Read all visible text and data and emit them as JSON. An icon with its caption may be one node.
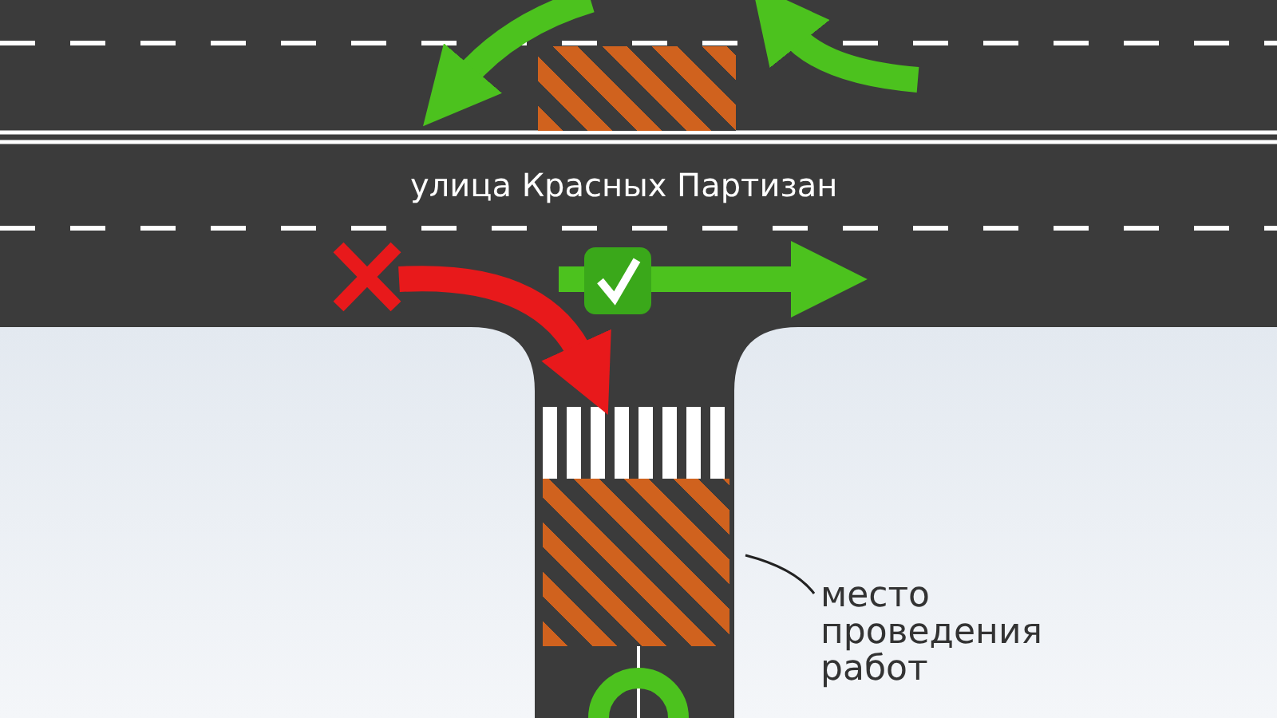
{
  "diagram": {
    "nodes": [
      {
        "text": [],
        "shape": "box"
      },
      {
        "text": [
          "место проведения работ"
        ]
      },
      {
        "text": [],
        "shape": "box"
      }
    ],
    "edges": [
      {
        "from": 1,
        "to": 2,
        "arrow": "none"
      }
    ],
    "labels": [
      "улица Красных Партизан"
    ]
  }
}
